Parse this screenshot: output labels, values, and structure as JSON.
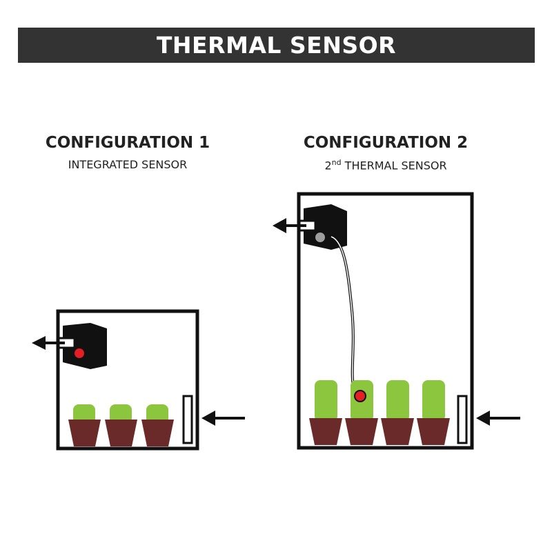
{
  "header": {
    "title": "THERMAL SENSOR"
  },
  "configurations": [
    {
      "title": "CONFIGURATION 1",
      "subtitle": "INTEGRATED SENSOR"
    },
    {
      "title": "CONFIGURATION 2",
      "subtitle_superscript_prefix": "2",
      "subtitle_superscript": "nd",
      "subtitle_rest": " THERMAL SENSOR"
    }
  ],
  "colors": {
    "banner": "#333333",
    "frame": "#111111",
    "plant": "#8cc63f",
    "pot": "#6b2a2a",
    "sensor_active": "#e31e24",
    "sensor_idle": "#9e9e9e"
  }
}
